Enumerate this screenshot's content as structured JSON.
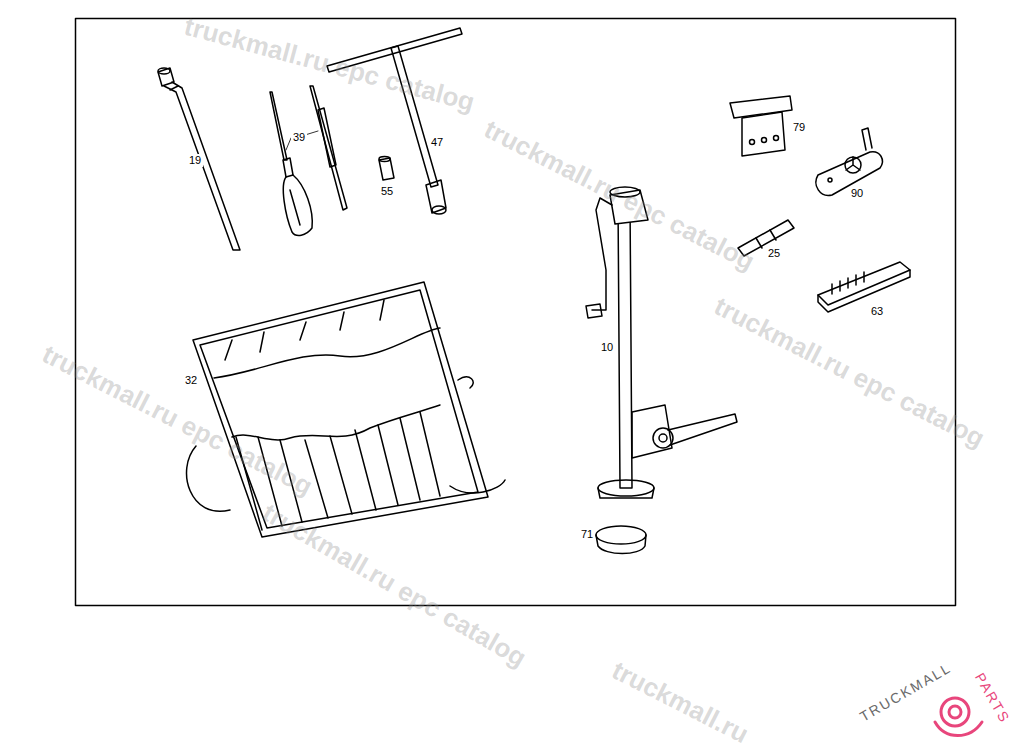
{
  "diagram": {
    "labels": [
      "19",
      "39",
      "47",
      "55",
      "79",
      "90",
      "25",
      "63",
      "10",
      "32",
      "71",
      "truckmall.ru epc catalog",
      "truckmall.ru epc catalog",
      "truckmall.ru epc catalog",
      "truckmall.ru epc catalog",
      "truckmall.ru epc catalog",
      "truckmall.ru",
      "TRUCKMALL",
      "PARTS"
    ]
  }
}
